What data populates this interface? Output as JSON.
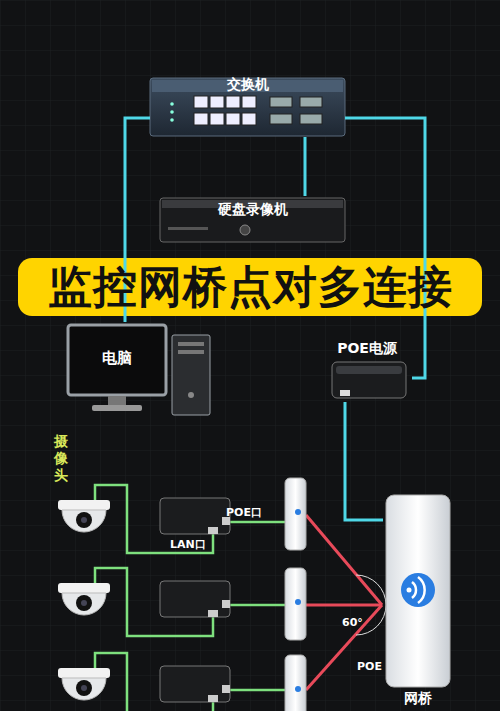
{
  "diagram": {
    "title": "监控网桥点对多连接",
    "nodes": [
      {
        "text": [
          "交换机"
        ]
      },
      {
        "text": [
          "硬盘录像机"
        ]
      },
      {
        "text": [
          "电脑"
        ]
      },
      {
        "text": [
          "POE电源"
        ]
      },
      {
        "text": [
          "摄像头"
        ]
      },
      {
        "text": [
          "网桥"
        ]
      }
    ],
    "edges": [
      {
        "from": 0,
        "to": 1,
        "arrow": "none"
      },
      {
        "from": 0,
        "to": 2,
        "arrow": "none"
      },
      {
        "from": 0,
        "to": 3,
        "arrow": "none"
      },
      {
        "from": 3,
        "to": 5,
        "arrow": "none"
      }
    ],
    "labels": [
      "POE口",
      "LAN口",
      "60°",
      "POE"
    ]
  }
}
